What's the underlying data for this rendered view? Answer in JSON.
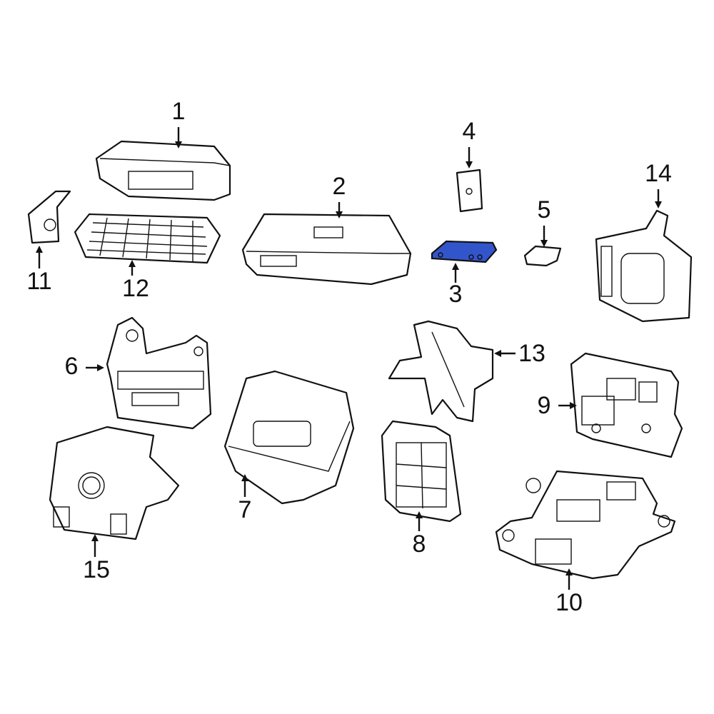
{
  "callouts": [
    "1",
    "2",
    "3",
    "4",
    "5",
    "6",
    "7",
    "8",
    "9",
    "10",
    "11",
    "12",
    "13",
    "14",
    "15"
  ],
  "highlighted_part": "3",
  "colors": {
    "highlight": "#3355cc",
    "line": "#111111",
    "background": "#ffffff"
  }
}
